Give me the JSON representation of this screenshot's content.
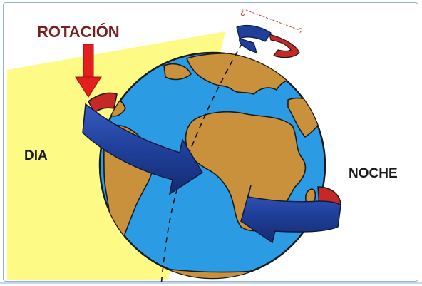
{
  "labels": {
    "rotation": "ROTACIÓN",
    "day": "DIA",
    "night": "NOCHE",
    "question_open": "¿",
    "question_close": "?"
  },
  "colors": {
    "daylight": "#fdfb86",
    "ocean": "#2b9be3",
    "land": "#c9913c",
    "land_outline": "#1a1a1a",
    "arrow_blue": "#1f3f9a",
    "arrow_red": "#c62828",
    "label_red": "#7a1e1e"
  },
  "icons": [
    "down-arrow-icon",
    "rotation-arrow-icon",
    "axis-rotation-icon"
  ]
}
